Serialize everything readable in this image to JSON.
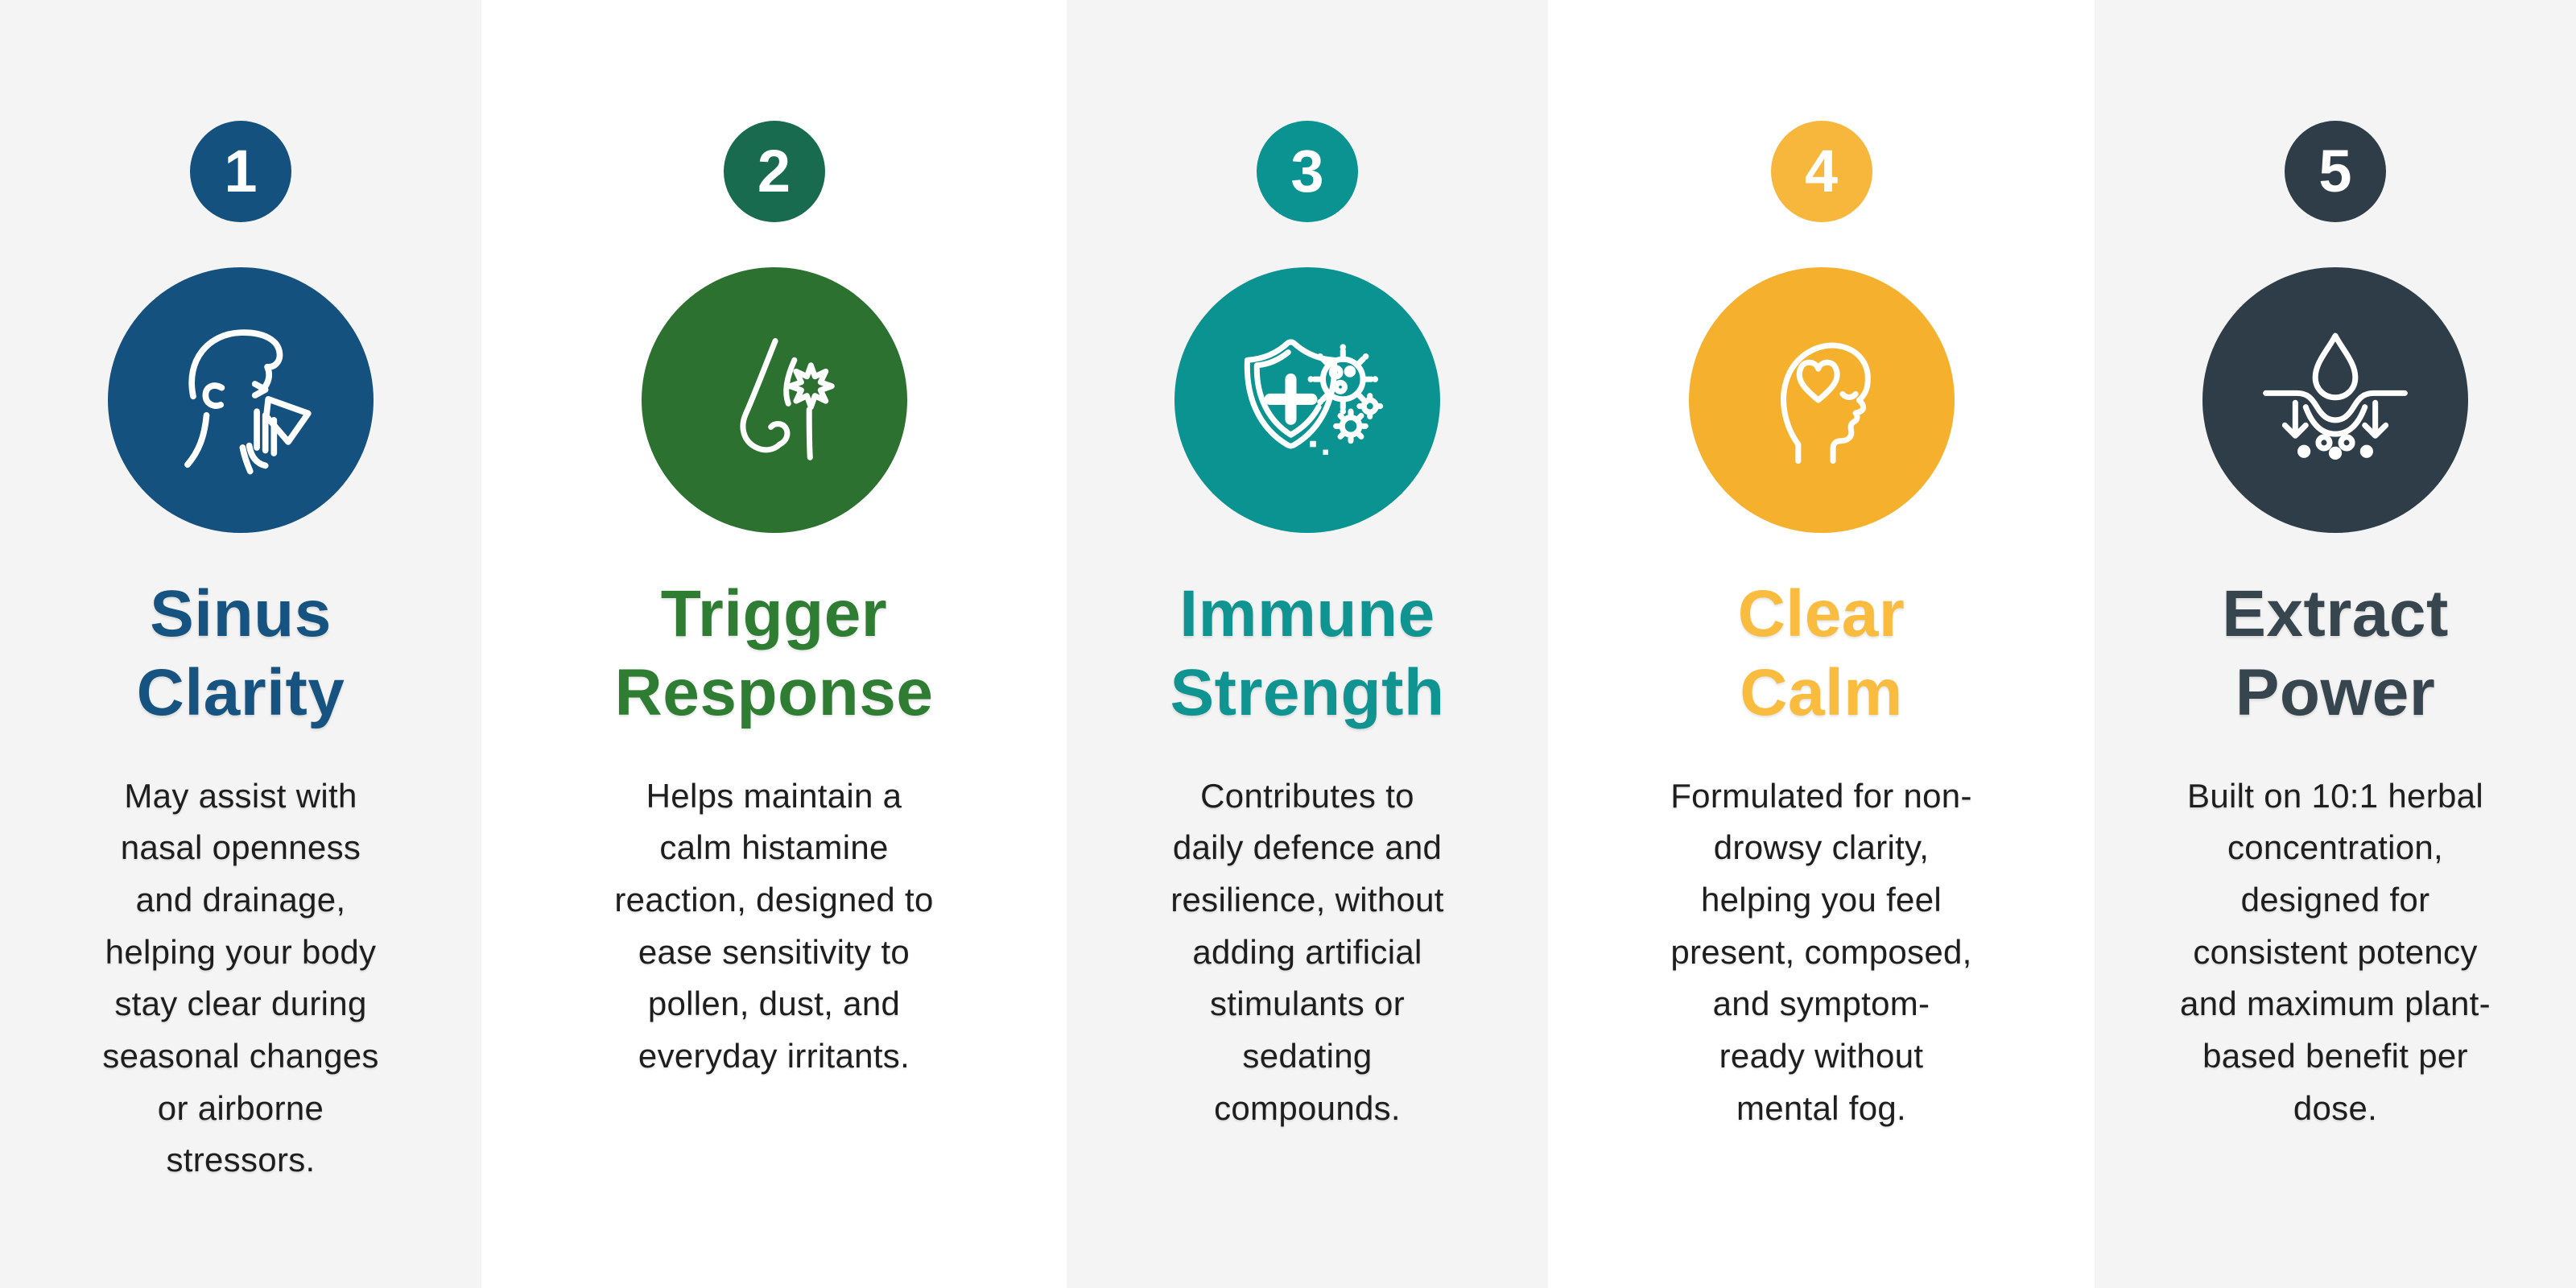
{
  "page": {
    "background": "#FFFFFF",
    "stripe_background": "#F4F4F4",
    "body_text_color": "#1E1E1E"
  },
  "columns": [
    {
      "number": "1",
      "icon": "sneezing-face-icon",
      "background": "#F4F4F4",
      "badge_color": "#14517E",
      "circle_color": "#14517E",
      "title_color": "#175380",
      "title": "Sinus\nClarity",
      "body": "May assist with\nnasal openness\nand drainage,\nhelping your body\nstay clear during\nseasonal changes\nor airborne\nstressors."
    },
    {
      "number": "2",
      "icon": "nose-irritant-icon",
      "background": "#FFFFFF",
      "badge_color": "#186B4E",
      "circle_color": "#2D7130",
      "title_color": "#2F7D33",
      "title": "Trigger\nResponse",
      "body": "Helps maintain a\ncalm histamine\nreaction, designed to\nease sensitivity to\npollen, dust, and\neveryday irritants."
    },
    {
      "number": "3",
      "icon": "immune-shield-icon",
      "background": "#F4F4F4",
      "badge_color": "#0A9391",
      "circle_color": "#0A9391",
      "title_color": "#0F9492",
      "title": "Immune\nStrength",
      "body": "Contributes to\ndaily defence and\nresilience, without\nadding artificial\nstimulants or\nsedating\ncompounds."
    },
    {
      "number": "4",
      "icon": "calm-mind-heart-icon",
      "background": "#FFFFFF",
      "badge_color": "#F7B73C",
      "circle_color": "#F5B02D",
      "title_color": "#F9BC3F",
      "title": "Clear\nCalm",
      "body": "Formulated for non-\ndrowsy clarity,\nhelping you feel\npresent, composed,\nand symptom-\nready without\nmental fog."
    },
    {
      "number": "5",
      "icon": "extract-absorption-icon",
      "background": "#F4F4F4",
      "badge_color": "#2E3D48",
      "circle_color": "#2E3D48",
      "title_color": "#36454E",
      "title": "Extract\nPower",
      "body": "Built on 10:1 herbal\nconcentration,\ndesigned for\nconsistent potency\nand maximum plant-\nbased benefit per\ndose."
    }
  ]
}
